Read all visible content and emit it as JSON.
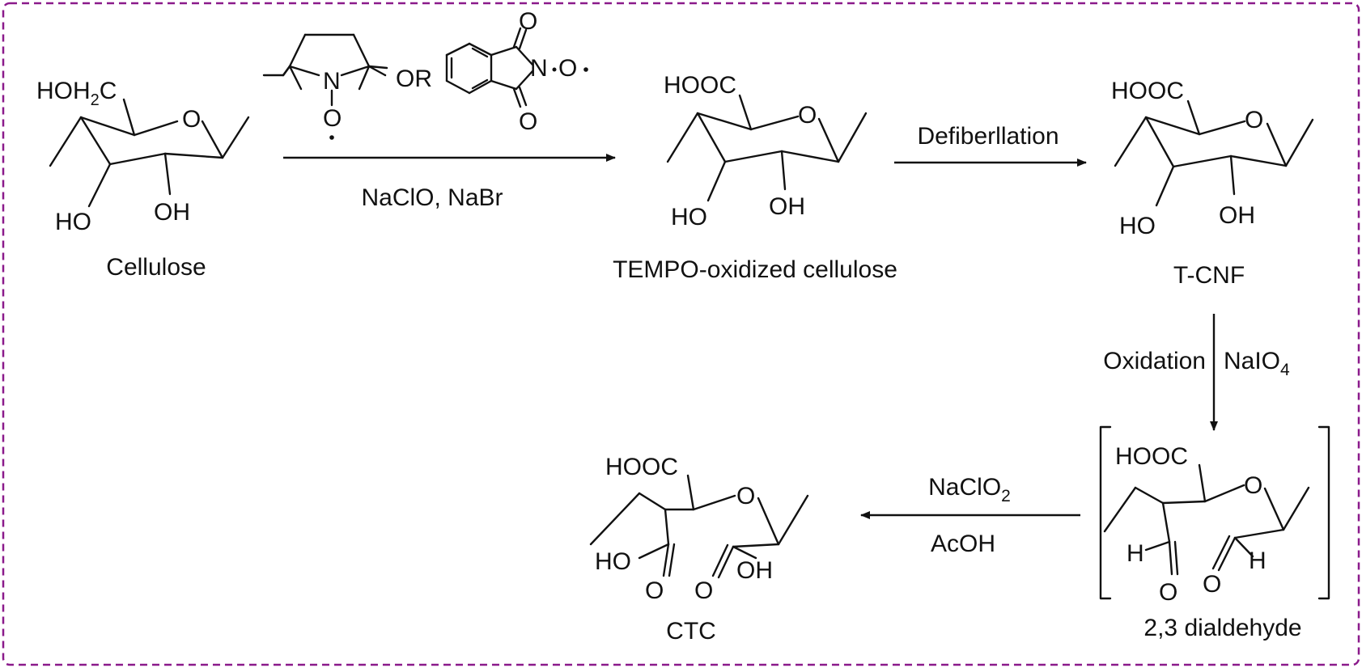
{
  "colors": {
    "frame": "#8b1a8b",
    "ink": "#111111",
    "background": "#ffffff"
  },
  "reagents": {
    "tempo_or": "OR",
    "step1_conditions": "NaClO, NaBr",
    "step2": "Defiberllation",
    "step3_left": "Oxidation",
    "step3_right_main": "NaIO",
    "step3_right_sub": "4",
    "step4_top_main": "NaClO",
    "step4_top_sub": "2",
    "step4_bottom": "AcOH"
  },
  "compounds": {
    "cellulose": {
      "name": "Cellulose",
      "sub1_a": "HOH",
      "sub1_sub": "2",
      "sub1_b": "C",
      "ring_o": "O",
      "oh_left": "HO",
      "oh_right": "OH"
    },
    "tempo_cellulose": {
      "name": "TEMPO-oxidized cellulose",
      "acid": "HOOC",
      "ring_o": "O",
      "oh_left": "HO",
      "oh_right": "OH"
    },
    "tcnf": {
      "name": "T-CNF",
      "acid": "HOOC",
      "ring_o": "O",
      "oh_left": "HO",
      "oh_right": "OH"
    },
    "dialdehyde": {
      "name": "2,3 dialdehyde",
      "acid": "HOOC",
      "ring_o": "O",
      "h_left": "H",
      "o_left": "O",
      "o_right": "O",
      "h_right": "H"
    },
    "ctc": {
      "name": "CTC",
      "acid": "HOOC",
      "ring_o": "O",
      "oh_left": "HO",
      "o_left": "O",
      "o_right": "O",
      "oh_right": "OH"
    },
    "tempo_reagent": {
      "n": "N",
      "o": "O"
    },
    "nhpi_reagent": {
      "n": "N",
      "o_top": "O",
      "o_bottom": "O",
      "o_radical": "O"
    }
  }
}
